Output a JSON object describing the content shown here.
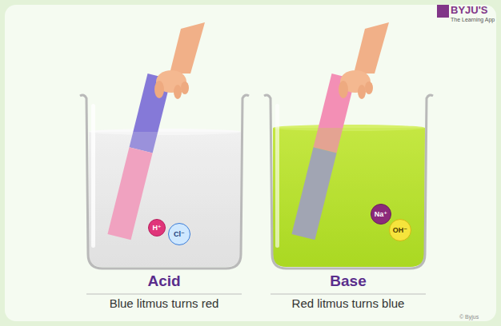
{
  "diagram": {
    "nodes": [
      {
        "text": [
          "Acid",
          "Blue litmus turns red"
        ]
      },
      {
        "text": [
          "H⁺"
        ],
        "in": 0
      },
      {
        "text": [
          "Cl⁻"
        ],
        "in": 0
      },
      {
        "text": [
          "Base",
          "Red litmus turns blue"
        ]
      },
      {
        "text": [
          "Na⁺"
        ],
        "in": 3
      },
      {
        "text": [
          "OH⁻"
        ],
        "in": 3
      }
    ],
    "labels": [
      "BYJU'S",
      "The Learning App",
      "© Byjus"
    ]
  }
}
